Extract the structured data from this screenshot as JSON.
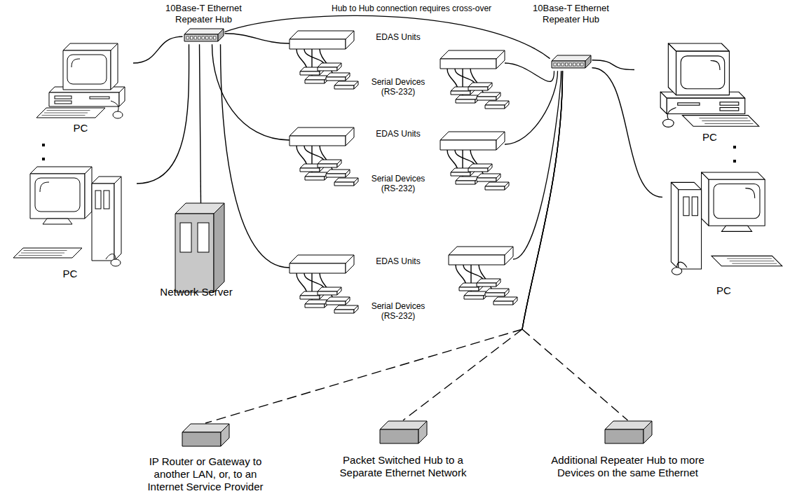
{
  "diagram": {
    "nodes": [
      {
        "text": [
          "10Base-T Ethernet Repeater Hub"
        ]
      },
      {
        "text": [
          "10Base-T Ethernet Repeater Hub"
        ]
      },
      {
        "text": [
          "PC"
        ]
      },
      {
        "text": [
          "PC"
        ]
      },
      {
        "text": [
          "Network Server"
        ]
      },
      {
        "text": [
          "EDAS Units",
          "Serial Devices (RS-232)"
        ]
      },
      {
        "text": [
          "EDAS Units",
          "Serial Devices (RS-232)"
        ]
      },
      {
        "text": [
          "EDAS Units",
          "Serial Devices (RS-232)"
        ]
      },
      {
        "text": [
          "PC"
        ]
      },
      {
        "text": [
          "PC"
        ]
      },
      {
        "text": [
          "IP Router or Gateway to another LAN, or, to an Internet Service Provider"
        ]
      },
      {
        "text": [
          "Packet Switched Hub to a Separate Ethernet Network"
        ]
      },
      {
        "text": [
          "Additional Repeater Hub to more Devices on the same Ethernet"
        ]
      }
    ],
    "edges": [
      {
        "from": 0,
        "to": 2,
        "arrow": "none"
      },
      {
        "from": 0,
        "to": 3,
        "arrow": "none"
      },
      {
        "from": 0,
        "to": 4,
        "arrow": "none"
      },
      {
        "from": 0,
        "to": 5,
        "arrow": "none"
      },
      {
        "from": 0,
        "to": 6,
        "arrow": "none"
      },
      {
        "from": 0,
        "to": 7,
        "arrow": "none"
      },
      {
        "from": 0,
        "to": 1,
        "arrow": "none",
        "label": "Hub to Hub connection requires cross-over"
      },
      {
        "from": 1,
        "to": 8,
        "arrow": "none"
      },
      {
        "from": 1,
        "to": 9,
        "arrow": "none"
      },
      {
        "from": 1,
        "to": 10,
        "arrow": "none"
      },
      {
        "from": 1,
        "to": 11,
        "arrow": "none"
      },
      {
        "from": 1,
        "to": 12,
        "arrow": "none"
      }
    ]
  }
}
